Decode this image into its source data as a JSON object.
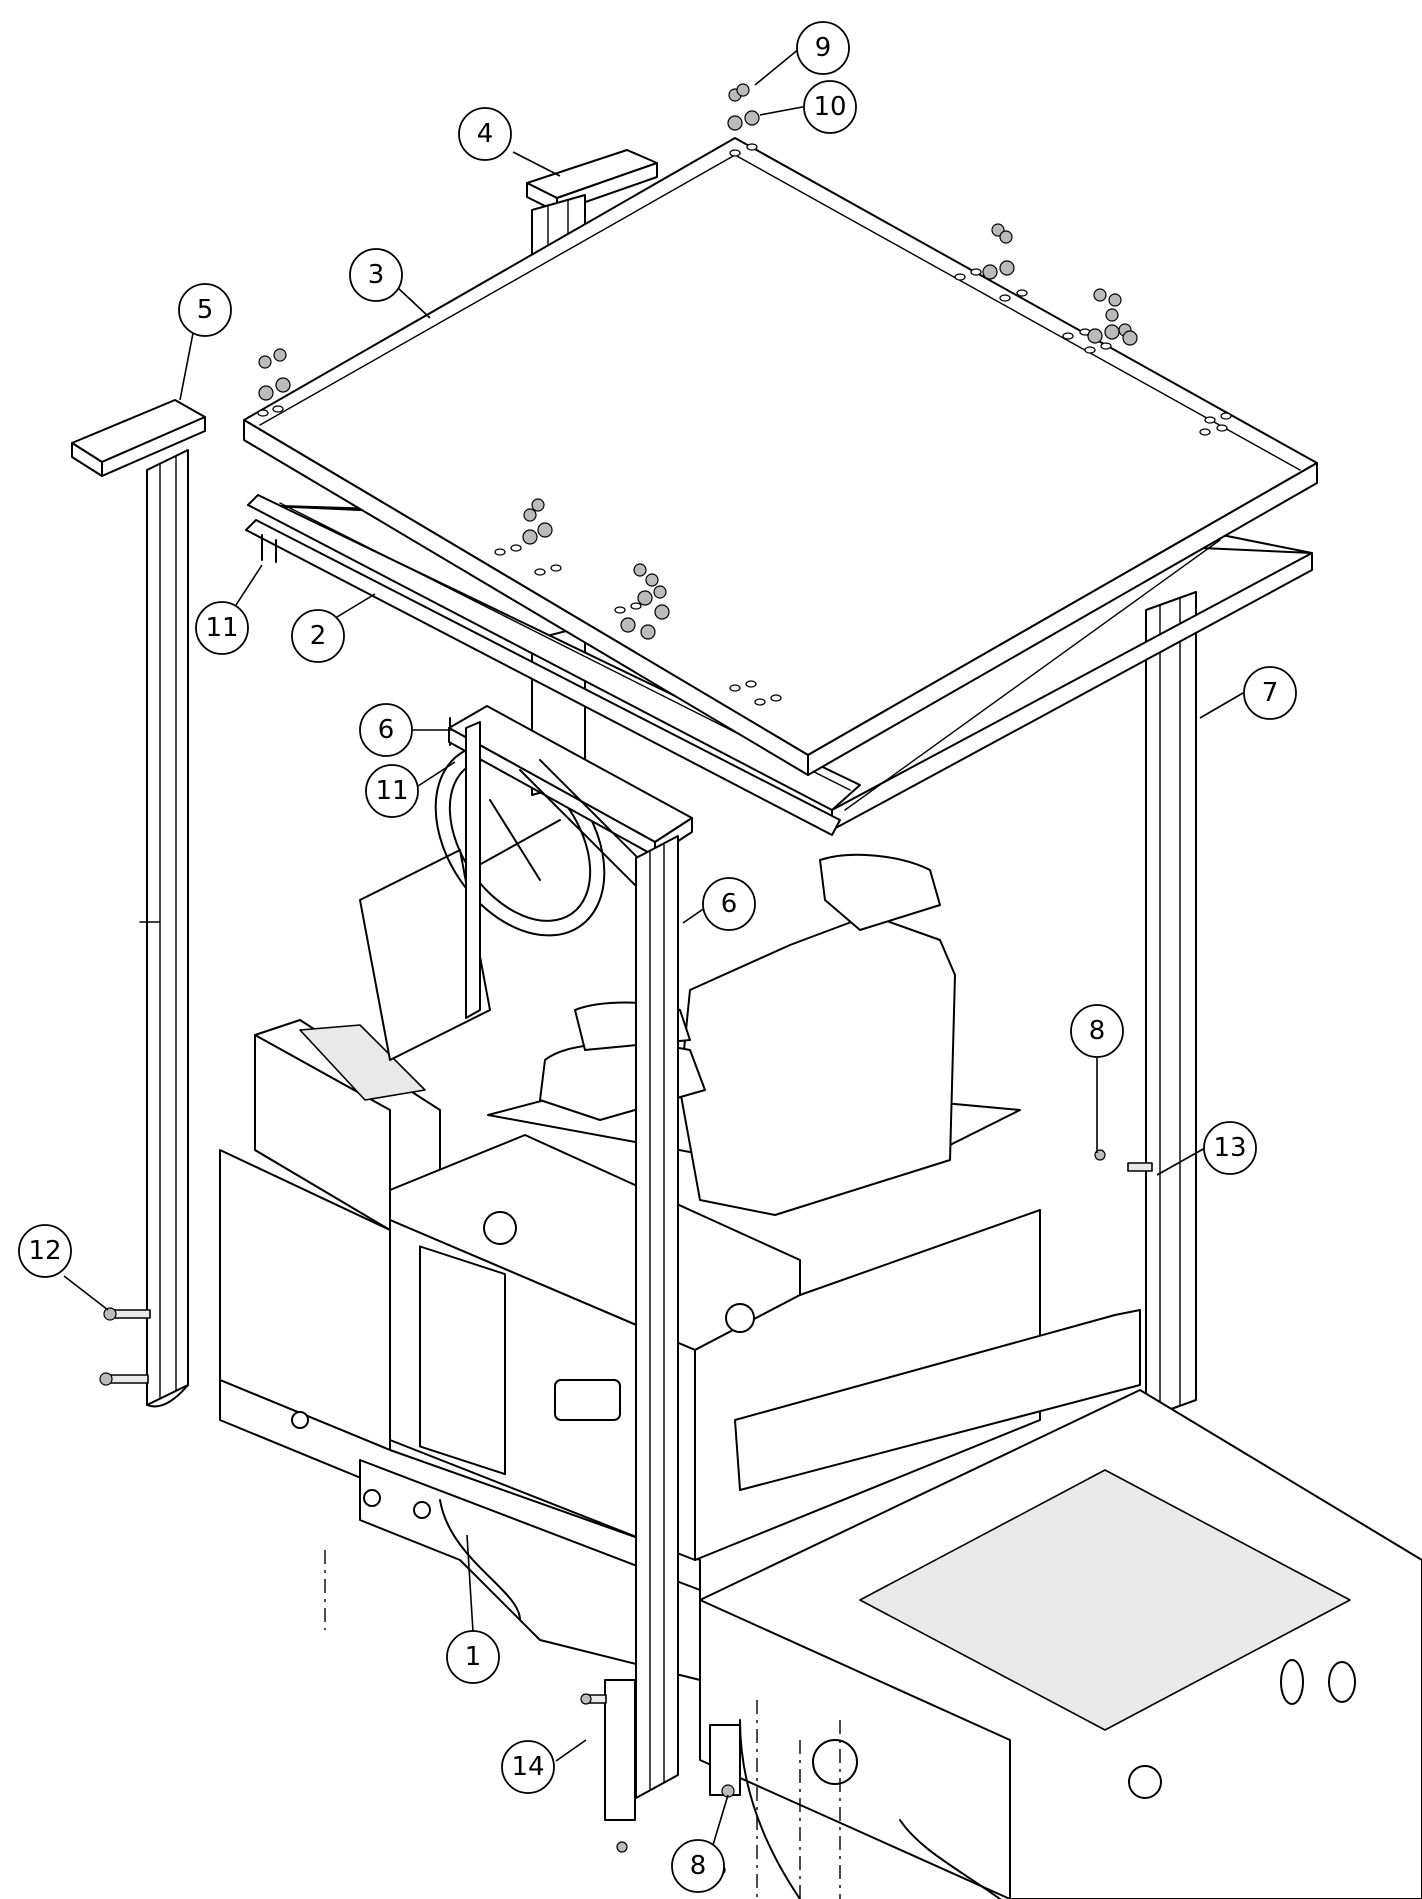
{
  "diagram": {
    "callouts": [
      {
        "id": "c9",
        "label": "9"
      },
      {
        "id": "c10",
        "label": "10"
      },
      {
        "id": "c4",
        "label": "4"
      },
      {
        "id": "c3",
        "label": "3"
      },
      {
        "id": "c5",
        "label": "5"
      },
      {
        "id": "c11a",
        "label": "11"
      },
      {
        "id": "c2",
        "label": "2"
      },
      {
        "id": "c7",
        "label": "7"
      },
      {
        "id": "c6a",
        "label": "6"
      },
      {
        "id": "c11b",
        "label": "11"
      },
      {
        "id": "c6b",
        "label": "6"
      },
      {
        "id": "c8a",
        "label": "8"
      },
      {
        "id": "c13",
        "label": "13"
      },
      {
        "id": "c12",
        "label": "12"
      },
      {
        "id": "c1",
        "label": "1"
      },
      {
        "id": "c14",
        "label": "14"
      },
      {
        "id": "c8b",
        "label": "8"
      }
    ]
  }
}
